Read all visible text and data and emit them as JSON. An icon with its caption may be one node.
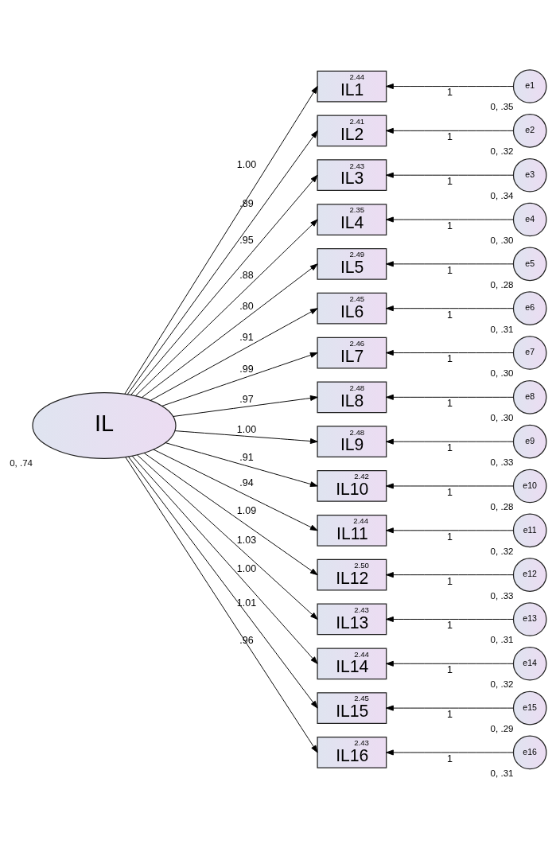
{
  "diagram": {
    "nodes": [
      {
        "text": [
          "IL"
        ],
        "beside": [
          "0, .74"
        ]
      },
      {
        "text": [
          "2.44",
          "IL1"
        ]
      },
      {
        "text": [
          "2.41",
          "IL2"
        ]
      },
      {
        "text": [
          "2.43",
          "IL3"
        ]
      },
      {
        "text": [
          "2.35",
          "IL4"
        ]
      },
      {
        "text": [
          "2.49",
          "IL5"
        ]
      },
      {
        "text": [
          "2.45",
          "IL6"
        ]
      },
      {
        "text": [
          "2.46",
          "IL7"
        ]
      },
      {
        "text": [
          "2.48",
          "IL8"
        ]
      },
      {
        "text": [
          "2.48",
          "IL9"
        ]
      },
      {
        "text": [
          "2.42",
          "IL10"
        ]
      },
      {
        "text": [
          "2.44",
          "IL11"
        ]
      },
      {
        "text": [
          "2.50",
          "IL12"
        ]
      },
      {
        "text": [
          "2.43",
          "IL13"
        ]
      },
      {
        "text": [
          "2.44",
          "IL14"
        ]
      },
      {
        "text": [
          "2.45",
          "IL15"
        ]
      },
      {
        "text": [
          "2.43",
          "IL16"
        ]
      },
      {
        "text": [
          "e1"
        ],
        "beside": [
          "0, .35"
        ]
      },
      {
        "text": [
          "e2"
        ],
        "beside": [
          "0, .32"
        ]
      },
      {
        "text": [
          "e3"
        ],
        "beside": [
          "0, .34"
        ]
      },
      {
        "text": [
          "e4"
        ],
        "beside": [
          "0, .30"
        ]
      },
      {
        "text": [
          "e5"
        ],
        "beside": [
          "0, .28"
        ]
      },
      {
        "text": [
          "e6"
        ],
        "beside": [
          "0, .31"
        ]
      },
      {
        "text": [
          "e7"
        ],
        "beside": [
          "0, .30"
        ]
      },
      {
        "text": [
          "e8"
        ],
        "beside": [
          "0, .30"
        ]
      },
      {
        "text": [
          "e9"
        ],
        "beside": [
          "0, .33"
        ]
      },
      {
        "text": [
          "e10"
        ],
        "beside": [
          "0, .28"
        ]
      },
      {
        "text": [
          "e11"
        ],
        "beside": [
          "0, .32"
        ]
      },
      {
        "text": [
          "e12"
        ],
        "beside": [
          "0, .33"
        ]
      },
      {
        "text": [
          "e13"
        ],
        "beside": [
          "0, .31"
        ]
      },
      {
        "text": [
          "e14"
        ],
        "beside": [
          "0, .32"
        ]
      },
      {
        "text": [
          "e15"
        ],
        "beside": [
          "0, .29"
        ]
      },
      {
        "text": [
          "e16"
        ],
        "beside": [
          "0, .31"
        ]
      }
    ],
    "edges": [
      {
        "from": 0,
        "to": 1,
        "arrow": "to",
        "label": "1.00"
      },
      {
        "from": 0,
        "to": 2,
        "arrow": "to",
        "label": ".89"
      },
      {
        "from": 0,
        "to": 3,
        "arrow": "to",
        "label": ".95"
      },
      {
        "from": 0,
        "to": 4,
        "arrow": "to",
        "label": ".88"
      },
      {
        "from": 0,
        "to": 5,
        "arrow": "to",
        "label": ".80"
      },
      {
        "from": 0,
        "to": 6,
        "arrow": "to",
        "label": ".91"
      },
      {
        "from": 0,
        "to": 7,
        "arrow": "to",
        "label": ".99"
      },
      {
        "from": 0,
        "to": 8,
        "arrow": "to",
        "label": ".97"
      },
      {
        "from": 0,
        "to": 9,
        "arrow": "to",
        "label": "1.00"
      },
      {
        "from": 0,
        "to": 10,
        "arrow": "to",
        "label": ".91"
      },
      {
        "from": 0,
        "to": 11,
        "arrow": "to",
        "label": ".94"
      },
      {
        "from": 0,
        "to": 12,
        "arrow": "to",
        "label": "1.09"
      },
      {
        "from": 0,
        "to": 13,
        "arrow": "to",
        "label": "1.03"
      },
      {
        "from": 0,
        "to": 14,
        "arrow": "to",
        "label": "1.00"
      },
      {
        "from": 0,
        "to": 15,
        "arrow": "to",
        "label": "1.01"
      },
      {
        "from": 0,
        "to": 16,
        "arrow": "to",
        "label": ".96"
      },
      {
        "from": 17,
        "to": 1,
        "arrow": "to",
        "label": "1"
      },
      {
        "from": 18,
        "to": 2,
        "arrow": "to",
        "label": "1"
      },
      {
        "from": 19,
        "to": 3,
        "arrow": "to",
        "label": "1"
      },
      {
        "from": 20,
        "to": 4,
        "arrow": "to",
        "label": "1"
      },
      {
        "from": 21,
        "to": 5,
        "arrow": "to",
        "label": "1"
      },
      {
        "from": 22,
        "to": 6,
        "arrow": "to",
        "label": "1"
      },
      {
        "from": 23,
        "to": 7,
        "arrow": "to",
        "label": "1"
      },
      {
        "from": 24,
        "to": 8,
        "arrow": "to",
        "label": "1"
      },
      {
        "from": 25,
        "to": 9,
        "arrow": "to",
        "label": "1"
      },
      {
        "from": 26,
        "to": 10,
        "arrow": "to",
        "label": "1"
      },
      {
        "from": 27,
        "to": 11,
        "arrow": "to",
        "label": "1"
      },
      {
        "from": 28,
        "to": 12,
        "arrow": "to",
        "label": "1"
      },
      {
        "from": 29,
        "to": 13,
        "arrow": "to",
        "label": "1"
      },
      {
        "from": 30,
        "to": 14,
        "arrow": "to",
        "label": "1"
      },
      {
        "from": 31,
        "to": 15,
        "arrow": "to",
        "label": "1"
      },
      {
        "from": 32,
        "to": 16,
        "arrow": "to",
        "label": "1"
      }
    ]
  }
}
